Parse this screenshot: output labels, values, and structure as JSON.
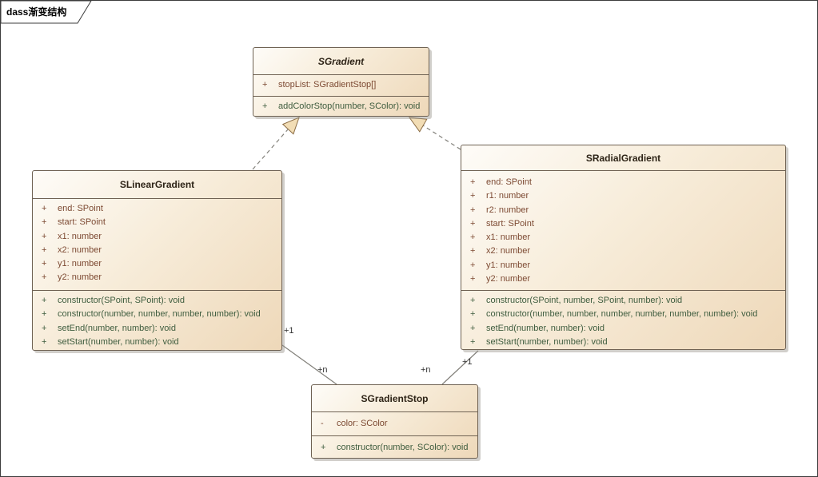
{
  "tab": {
    "label": "dass渐变结构"
  },
  "classes": [
    {
      "name": "SGradient",
      "abstract": true,
      "attributes": [
        {
          "vis": "+",
          "text": "stopList: SGradientStop[]"
        }
      ],
      "operations": [
        {
          "vis": "+",
          "text": "addColorStop(number, SColor): void"
        }
      ]
    },
    {
      "name": "SLinearGradient",
      "abstract": false,
      "attributes": [
        {
          "vis": "+",
          "text": "end: SPoint"
        },
        {
          "vis": "+",
          "text": "start: SPoint"
        },
        {
          "vis": "+",
          "text": "x1: number"
        },
        {
          "vis": "+",
          "text": "x2: number"
        },
        {
          "vis": "+",
          "text": "y1: number"
        },
        {
          "vis": "+",
          "text": "y2: number"
        }
      ],
      "operations": [
        {
          "vis": "+",
          "text": "constructor(SPoint, SPoint): void"
        },
        {
          "vis": "+",
          "text": "constructor(number, number, number, number): void"
        },
        {
          "vis": "+",
          "text": "setEnd(number, number): void"
        },
        {
          "vis": "+",
          "text": "setStart(number, number): void"
        }
      ]
    },
    {
      "name": "SRadialGradient",
      "abstract": false,
      "attributes": [
        {
          "vis": "+",
          "text": "end: SPoint"
        },
        {
          "vis": "+",
          "text": "r1: number"
        },
        {
          "vis": "+",
          "text": "r2: number"
        },
        {
          "vis": "+",
          "text": "start: SPoint"
        },
        {
          "vis": "+",
          "text": "x1: number"
        },
        {
          "vis": "+",
          "text": "x2: number"
        },
        {
          "vis": "+",
          "text": "y1: number"
        },
        {
          "vis": "+",
          "text": "y2: number"
        }
      ],
      "operations": [
        {
          "vis": "+",
          "text": "constructor(SPoint, number, SPoint, number): void"
        },
        {
          "vis": "+",
          "text": "constructor(number, number, number, number, number, number): void"
        },
        {
          "vis": "+",
          "text": "setEnd(number, number): void"
        },
        {
          "vis": "+",
          "text": "setStart(number, number): void"
        }
      ]
    },
    {
      "name": "SGradientStop",
      "abstract": false,
      "attributes": [
        {
          "vis": "-",
          "text": "color: SColor"
        }
      ],
      "operations": [
        {
          "vis": "+",
          "text": "constructor(number, SColor): void"
        }
      ]
    }
  ],
  "relationships": {
    "generalizations": [
      {
        "from": "SLinearGradient",
        "to": "SGradient",
        "line": "dashed"
      },
      {
        "from": "SRadialGradient",
        "to": "SGradient",
        "line": "dashed"
      }
    ],
    "associations": [
      {
        "from": "SLinearGradient",
        "to": "SGradientStop",
        "source_label": "+1",
        "target_label": "+n"
      },
      {
        "from": "SRadialGradient",
        "to": "SGradientStop",
        "source_label": "+1",
        "target_label": "+n"
      }
    ]
  },
  "colors": {
    "box_border": "#6f6253",
    "box_fill_light": "#fefcf8",
    "box_fill_dark": "#eed8b9",
    "class_name_text": "#2e2417",
    "attribute_text": "#7d4a33",
    "operation_text": "#3e5c3e",
    "connector_gray": "#82807a",
    "arrow_fill": "#f2ddb5",
    "arrow_stroke": "#8c6d45"
  }
}
